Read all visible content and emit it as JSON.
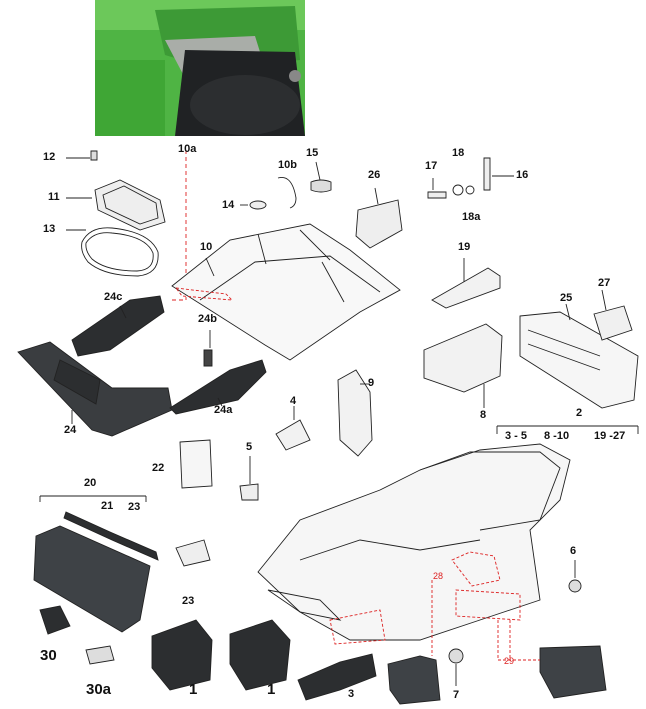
{
  "colors": {
    "photo_green": "#4fb444",
    "line": "#222222",
    "part_dark": "#2c2e30",
    "part_gray": "#3e4246",
    "callout_red": "#d22222"
  },
  "labels": {
    "l12": "12",
    "l10a": "10a",
    "l11": "11",
    "l13": "13",
    "l15": "15",
    "l10b": "10b",
    "l26": "26",
    "l17": "17",
    "l18": "18",
    "l16": "16",
    "l18a": "18a",
    "l14": "14",
    "l10": "10",
    "l19": "19",
    "l24c": "24c",
    "l24b": "24b",
    "l27": "27",
    "l25": "25",
    "l24a": "24a",
    "l24": "24",
    "l9": "9",
    "l8": "8",
    "l2": "2",
    "l3_5": "3 - 5",
    "l8_10": "8 -10",
    "l19_27": "19 -27",
    "l4": "4",
    "l22": "22",
    "l5": "5",
    "l20": "20",
    "l21": "21",
    "l23a": "23",
    "l6": "6",
    "l28": "28",
    "l23b": "23",
    "l29": "29",
    "l30": "30",
    "l30a": "30a",
    "l1a": "1",
    "l1b": "1",
    "l3": "3",
    "l7": "7"
  }
}
